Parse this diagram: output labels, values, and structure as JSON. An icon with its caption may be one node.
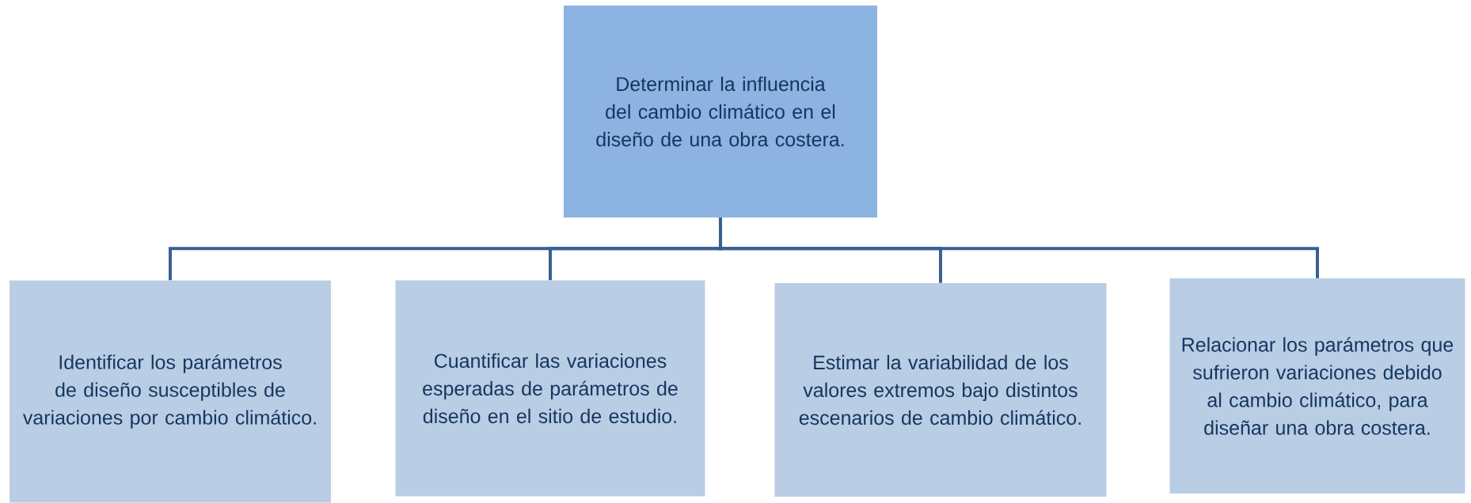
{
  "diagram": {
    "nodes": [
      {
        "text": [
          "Determinar la influencia del cambio climático en el diseño de una obra costera."
        ]
      },
      {
        "text": [
          "Identificar los parámetros de diseño susceptibles de variaciones por cambio climático."
        ]
      },
      {
        "text": [
          "Cuantificar las variaciones esperadas de parámetros de diseño en el sitio de estudio."
        ]
      },
      {
        "text": [
          "Estimar la variabilidad de los valores extremos bajo distintos escenarios de cambio climático."
        ]
      },
      {
        "text": [
          "Relacionar los parámetros que sufrieron variaciones debido al cambio climático, para diseñar una obra costera."
        ]
      }
    ],
    "edges": [
      {
        "from": 0,
        "to": 1,
        "arrow": "none"
      },
      {
        "from": 0,
        "to": 2,
        "arrow": "none"
      },
      {
        "from": 0,
        "to": 3,
        "arrow": "none"
      },
      {
        "from": 0,
        "to": 4,
        "arrow": "none"
      }
    ]
  }
}
